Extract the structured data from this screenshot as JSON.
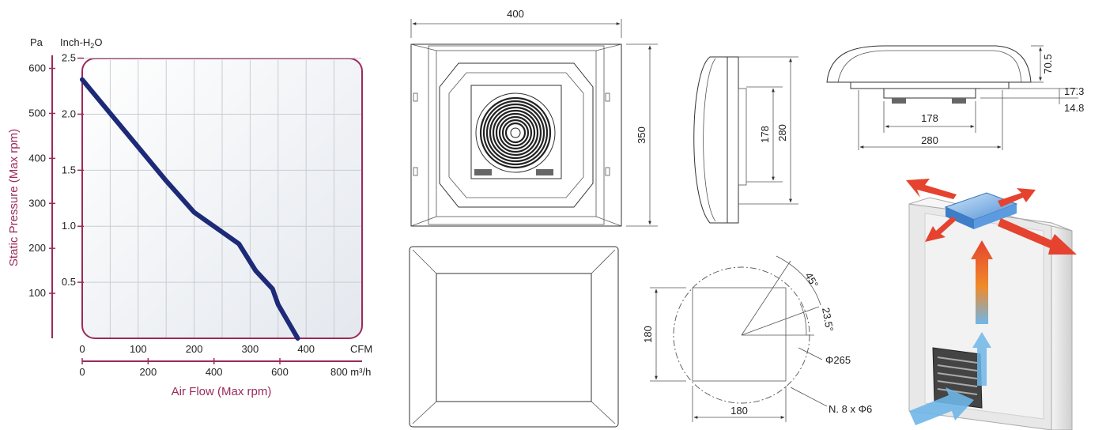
{
  "chart_data": {
    "type": "line",
    "y_unit_left": "Pa",
    "y_unit_right": "Inch-H2O",
    "ylabel": "Static Pressure (Max rpm)",
    "xlabel": "Air Flow (Max rpm)",
    "x_unit_top": "CFM",
    "x_unit_bottom": "800 m³/h",
    "pa_ticks": [
      "100",
      "200",
      "300",
      "400",
      "500",
      "600"
    ],
    "inh2o_ticks": [
      "0.5",
      "1.0",
      "1.5",
      "2.0",
      "2.5"
    ],
    "cfm_ticks": [
      "0",
      "100",
      "200",
      "300",
      "400"
    ],
    "m3h_ticks": [
      "0",
      "200",
      "400",
      "600"
    ],
    "xlim_cfm": [
      0,
      500
    ],
    "ylim_pa": [
      0,
      622
    ],
    "grid": true,
    "series": [
      {
        "color": "#1c2a78",
        "x_cfm": [
          0,
          50,
          100,
          150,
          200,
          240,
          280,
          310,
          340,
          350,
          385
        ],
        "y_pa": [
          575,
          500,
          425,
          350,
          280,
          245,
          210,
          150,
          110,
          75,
          0
        ]
      }
    ]
  },
  "drawings": {
    "front_width": "400",
    "front_height": "350",
    "side_inner": "178",
    "side_outer": "280",
    "top_height": "70.5",
    "top_d1": "17.3",
    "top_d2": "14.8",
    "top_inner": "178",
    "top_outer": "280",
    "cut_angle1": "45°",
    "cut_angle2": "23.5°",
    "cut_diameter": "Φ265",
    "cut_height": "180",
    "cut_width": "180",
    "cut_holes": "N. 8 x Φ6"
  },
  "colors": {
    "chart_frame": "#9b2a5a",
    "curve": "#1c2a78",
    "airflow_hot": "#e5432f",
    "airflow_cool": "#6fb6e8"
  }
}
